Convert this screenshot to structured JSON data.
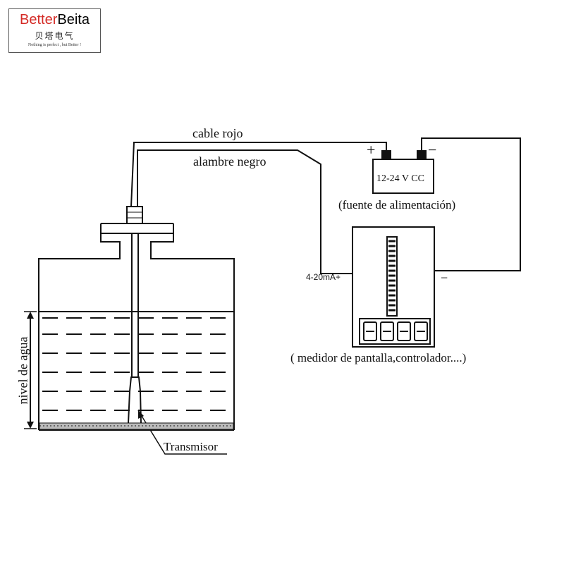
{
  "logo": {
    "brand_part1": "Better",
    "brand_part2": "Beita",
    "chinese_name": "贝塔电气",
    "tagline": "Nothing is perfect , but Better !",
    "accent_color": "#d42a25"
  },
  "wires": {
    "red_cable_label": "cable rojo",
    "black_wire_label": "alambre negro",
    "current_terminal_label": "4-20mA+"
  },
  "power_supply": {
    "positive_symbol": "+",
    "negative_symbol": "−",
    "voltage_label": "12-24 V CC",
    "caption": "(fuente de alimentación)"
  },
  "meter": {
    "negative_symbol": "−",
    "caption": "( medidor de pantalla,controlador....)"
  },
  "tank": {
    "level_label": "nivel de agua",
    "transmitter_label": "Transmisor"
  }
}
